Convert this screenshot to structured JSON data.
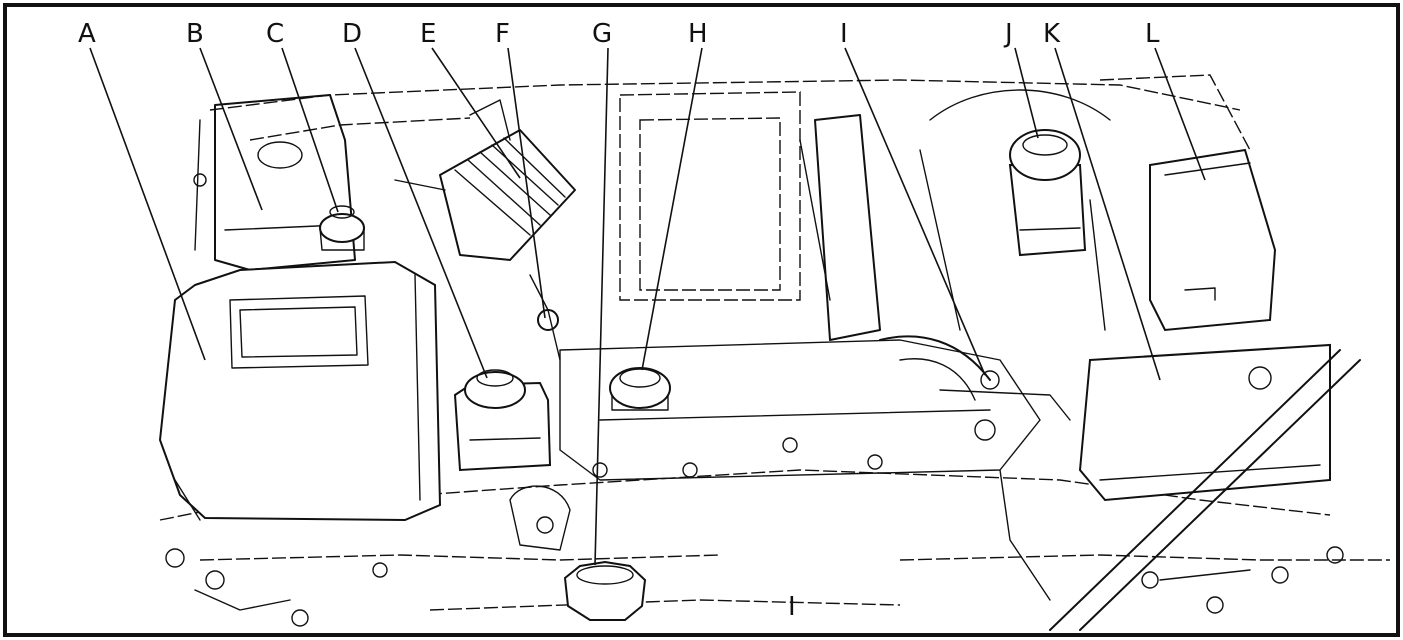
{
  "labels": {
    "A": "A",
    "B": "B",
    "C": "C",
    "D": "D",
    "E": "E",
    "F": "F",
    "G": "G",
    "H": "H",
    "I": "I",
    "J": "J",
    "K": "K",
    "L": "L",
    "bottom": "I"
  }
}
